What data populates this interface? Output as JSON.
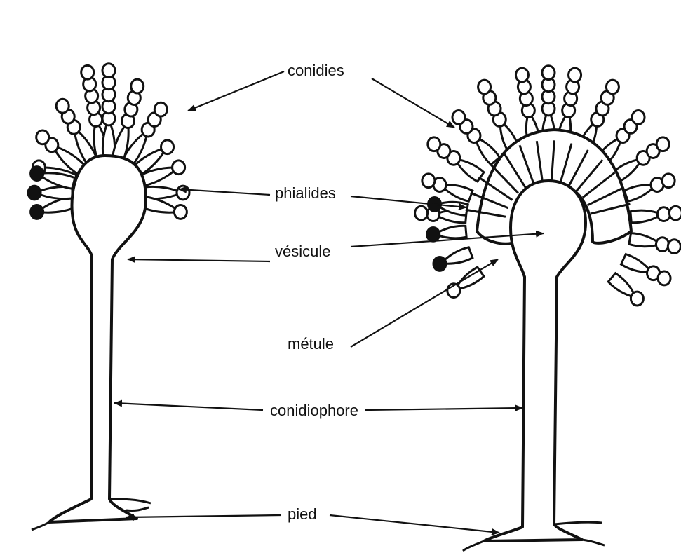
{
  "labels": {
    "conidies": "conidies",
    "phialides": "phialides",
    "vesicule": "vésicule",
    "metule": "métule",
    "conidiophore": "conidiophore",
    "pied": "pied"
  },
  "colors": {
    "ink": "#111111",
    "background": "#ffffff"
  }
}
